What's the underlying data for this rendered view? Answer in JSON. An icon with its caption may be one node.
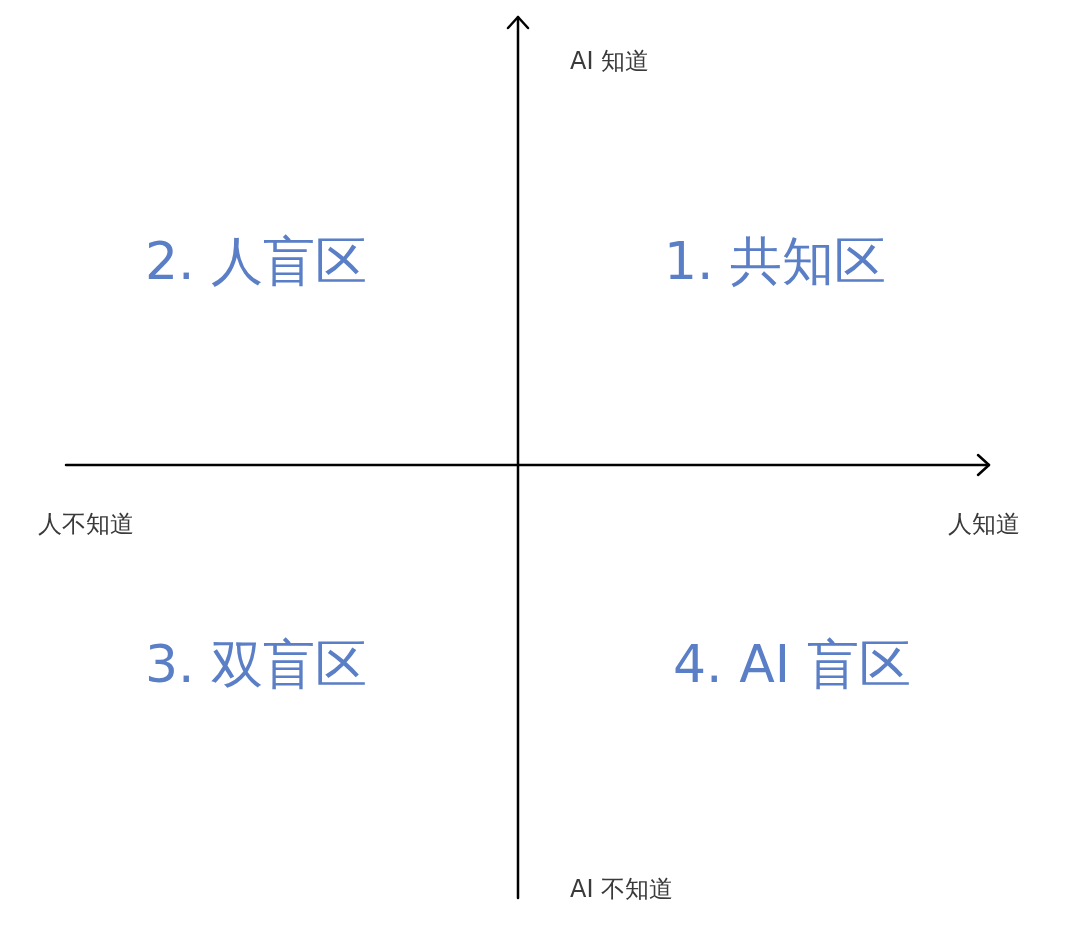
{
  "diagram": {
    "labels": [
      "AI 知道",
      "2. 人盲区",
      "1. 共知区",
      "人不知道",
      "人知道",
      "3. 双盲区",
      "4. AI 盲区",
      "AI 不知道"
    ]
  }
}
